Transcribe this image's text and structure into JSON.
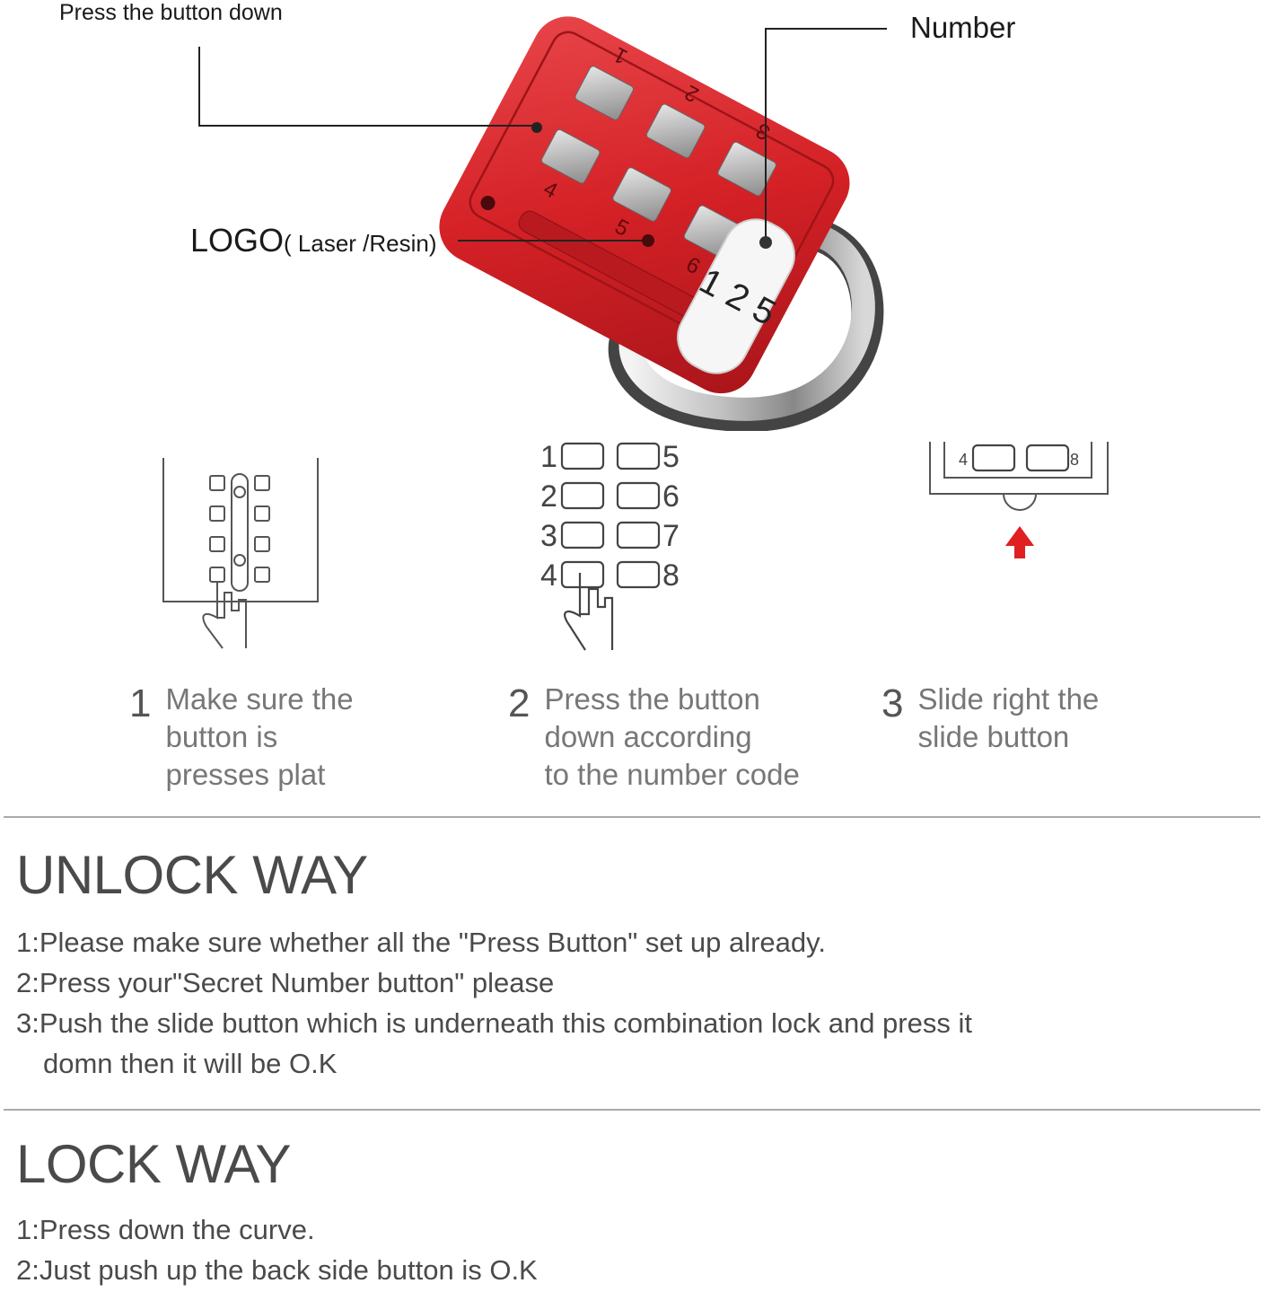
{
  "callouts": {
    "press_button": "Press the button down",
    "number": "Number",
    "logo": "LOGO",
    "logo_detail": "( Laser /Resin)"
  },
  "product": {
    "keypad_numbers": [
      "1",
      "2",
      "3",
      "4",
      "5",
      "6"
    ],
    "tag_number": "1 2 5",
    "body_color": "#d9262b"
  },
  "diagrams": {
    "keypad_left_numbers": [
      "1",
      "2",
      "3",
      "4"
    ],
    "keypad_right_numbers": [
      "5",
      "6",
      "7",
      "8"
    ],
    "slide_numbers": [
      "4",
      "8"
    ],
    "arrow_color": "#e02020"
  },
  "steps": [
    {
      "number": "1",
      "lines": [
        "Make sure the",
        "button is",
        "presses plat"
      ]
    },
    {
      "number": "2",
      "lines": [
        "Press the button",
        "down according",
        "to the number code"
      ]
    },
    {
      "number": "3",
      "lines": [
        "Slide right the",
        "slide button"
      ]
    }
  ],
  "unlock": {
    "title": "UNLOCK WAY",
    "lines": [
      "1:Please make sure whether all the \"Press Button\" set up already.",
      "2:Press your\"Secret Number button\" please",
      "3:Push the slide button which is underneath this combination lock and press it",
      "domn then it will be O.K"
    ]
  },
  "lock": {
    "title": "LOCK WAY",
    "lines": [
      "1:Press down the curve.",
      "2:Just push up the back side button is O.K"
    ]
  }
}
